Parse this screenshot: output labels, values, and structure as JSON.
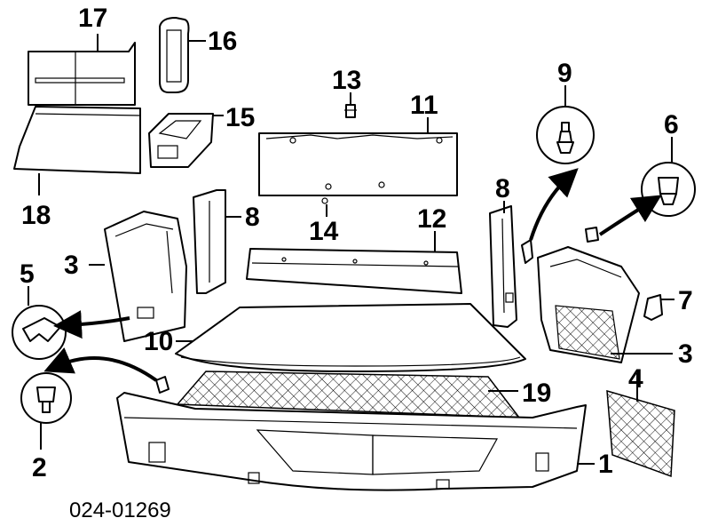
{
  "diagram": {
    "catalog_code": "024-01269",
    "callouts": [
      {
        "id": "c17",
        "text": "17"
      },
      {
        "id": "c16",
        "text": "16"
      },
      {
        "id": "c13",
        "text": "13"
      },
      {
        "id": "c11",
        "text": "11"
      },
      {
        "id": "c9",
        "text": "9"
      },
      {
        "id": "c6",
        "text": "6"
      },
      {
        "id": "c15",
        "text": "15"
      },
      {
        "id": "c18",
        "text": "18"
      },
      {
        "id": "c8a",
        "text": "8"
      },
      {
        "id": "c8b",
        "text": "8"
      },
      {
        "id": "c14",
        "text": "14"
      },
      {
        "id": "c12",
        "text": "12"
      },
      {
        "id": "c3a",
        "text": "3"
      },
      {
        "id": "c5",
        "text": "5"
      },
      {
        "id": "c7",
        "text": "7"
      },
      {
        "id": "c10",
        "text": "10"
      },
      {
        "id": "c3b",
        "text": "3"
      },
      {
        "id": "c4",
        "text": "4"
      },
      {
        "id": "c19",
        "text": "19"
      },
      {
        "id": "c2",
        "text": "2"
      },
      {
        "id": "c1",
        "text": "1"
      }
    ],
    "colors": {
      "line": "#000000",
      "background": "#ffffff"
    }
  }
}
